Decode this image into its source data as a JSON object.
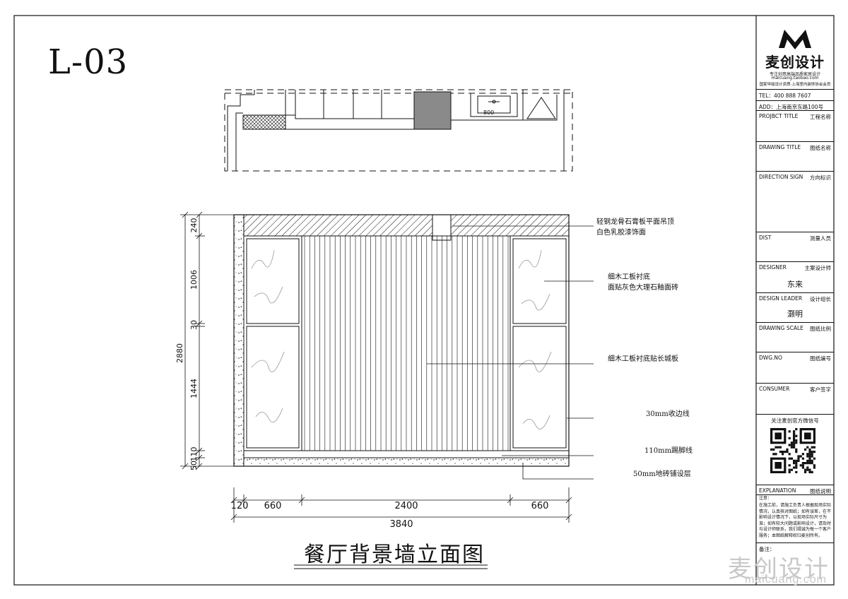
{
  "sheet": {
    "code": "L-03",
    "title": "餐厅背景墙立面图"
  },
  "elevation": {
    "annotations": [
      "轻钢龙骨石膏板平面吊顶",
      "白色乳胶漆饰面",
      "细木工板衬底",
      "面贴灰色大理石釉面砖",
      "细木工板衬底贴长城板",
      "30mm收边线",
      "110mm踢脚线",
      "50mm地砖铺设层"
    ],
    "dims_vertical": {
      "total": "2880",
      "segments": [
        "240",
        "1006",
        "30",
        "1444",
        "110",
        "50"
      ]
    },
    "dims_horizontal": {
      "segments": [
        "120",
        "660",
        "2400",
        "660"
      ],
      "total": "3840"
    },
    "plan_label": "800"
  },
  "titleblock": {
    "brand": "麦创设计",
    "slogan": "专注创意高端品质家居设计",
    "slogan2": "maicuang.taobao.com",
    "slogan3": "国家甲级设计资质·上海室内装饰协会会员",
    "tel": "TEL：400 888 7607",
    "add": "ADD：上海南京东路100号",
    "rows": [
      {
        "en": "PROJBCT TITLE",
        "cn": "工程名称"
      },
      {
        "en": "DRAWING TITLE",
        "cn": "图纸名称"
      },
      {
        "en": "DIRECTION SIGN",
        "cn": "方向标识"
      },
      {
        "en": "DIST",
        "cn": "测量人员"
      },
      {
        "en": "DESIGNER",
        "cn": "主案设计师"
      },
      {
        "en": "DESIGN LEADER",
        "cn": "设计组长"
      },
      {
        "en": "DRAWING SCALE",
        "cn": "图纸比例"
      },
      {
        "en": "DWG.NO",
        "cn": "图纸编号"
      },
      {
        "en": "CONSUMER",
        "cn": "客户签字"
      },
      {
        "en": "EXPLANATION",
        "cn": "图纸说明"
      }
    ],
    "designer_name": "东来",
    "leader_name": "灏明",
    "wechat": "关注麦创官方微信号",
    "note_title": "注意：",
    "note_body": "在施工前，请施工负责人根据现场实际情况，认真核对图纸；如有误差，在不影响设计情况下，以现场实际尺寸为准；如有较大问题或影响设计，请及时与设计师联系，我们竭诚为每一个客户服务；本图纸解释权归麦创所有。",
    "remark": "备注："
  },
  "watermark": {
    "cn": "麦创设计",
    "en": "maicuang.com"
  },
  "colors": {
    "line": "#111111",
    "fill_gray": "#8a8a8a",
    "watermark": "#c8c8c8"
  }
}
